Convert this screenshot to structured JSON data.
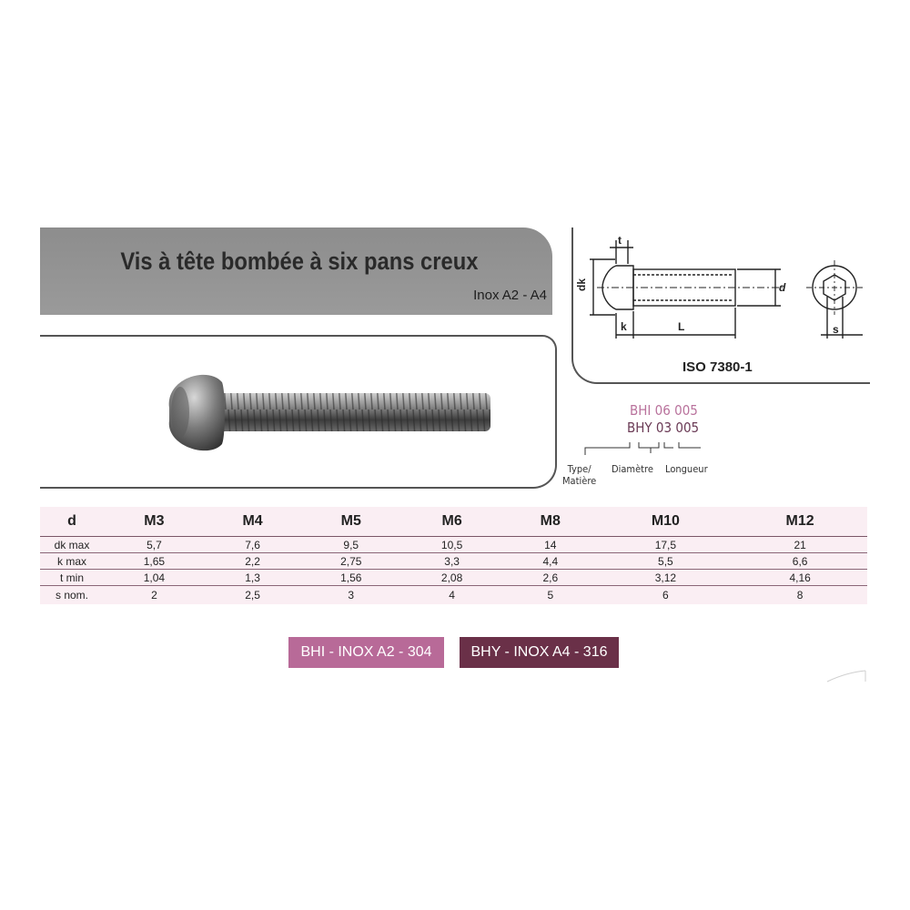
{
  "header": {
    "title": "Vis à tête bombée à six pans creux",
    "subtitle": "Inox A2 - A4"
  },
  "drawing": {
    "standard": "ISO 7380-1",
    "labels": {
      "t": "t",
      "dk": "dk",
      "d": "d",
      "k": "k",
      "L": "L",
      "s": "s"
    }
  },
  "codes": {
    "code_a2": "BHI 06 005",
    "code_a4": "BHY 03 005",
    "label_type": "Type/",
    "label_type2": "Matière",
    "label_diameter": "Diamètre",
    "label_length": "Longueur"
  },
  "table": {
    "header_label": "d",
    "columns": [
      "M3",
      "M4",
      "M5",
      "M6",
      "M8",
      "M10",
      "M12"
    ],
    "rows": [
      {
        "label": "dk max",
        "values": [
          "5,7",
          "7,6",
          "9,5",
          "10,5",
          "14",
          "17,5",
          "21"
        ]
      },
      {
        "label": "k max",
        "values": [
          "1,65",
          "2,2",
          "2,75",
          "3,3",
          "4,4",
          "5,5",
          "6,6"
        ]
      },
      {
        "label": "t min",
        "values": [
          "1,04",
          "1,3",
          "1,56",
          "2,08",
          "2,6",
          "3,12",
          "4,16"
        ]
      },
      {
        "label": "s nom.",
        "values": [
          "2",
          "2,5",
          "3",
          "4",
          "5",
          "6",
          "8"
        ]
      }
    ]
  },
  "badges": {
    "a2": "BHI - INOX A2 - 304",
    "a4": "BHY - INOX A4 - 316"
  },
  "colors": {
    "banner_gray": "#8d8d8d",
    "a2_pink": "#b86a98",
    "a4_plum": "#6a3048",
    "table_bg": "#faeef3"
  }
}
